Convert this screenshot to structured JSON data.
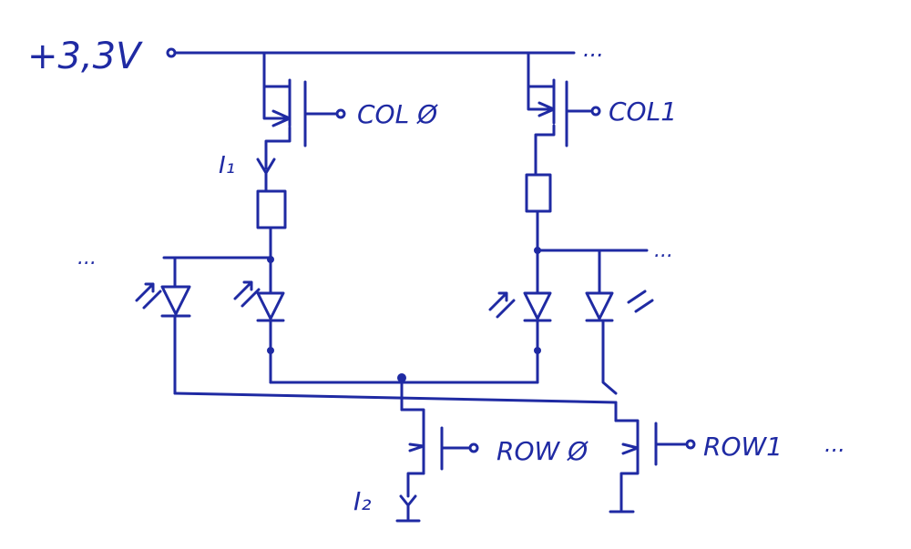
{
  "schematic": {
    "supply_label": "+3,3V",
    "supply_continuation": "...",
    "columns": [
      {
        "gate_label": "COL Ø",
        "current_label": "I₁"
      },
      {
        "gate_label": "COL1"
      }
    ],
    "rows": [
      {
        "gate_label": "ROW Ø",
        "current_label": "I₂"
      },
      {
        "gate_label": "ROW1",
        "continuation": "..."
      }
    ],
    "row_net_continuation_left": "...",
    "row_net_continuation_right": "...",
    "colors": {
      "ink": "#1f2aa3",
      "paper": "#ffffff"
    }
  }
}
